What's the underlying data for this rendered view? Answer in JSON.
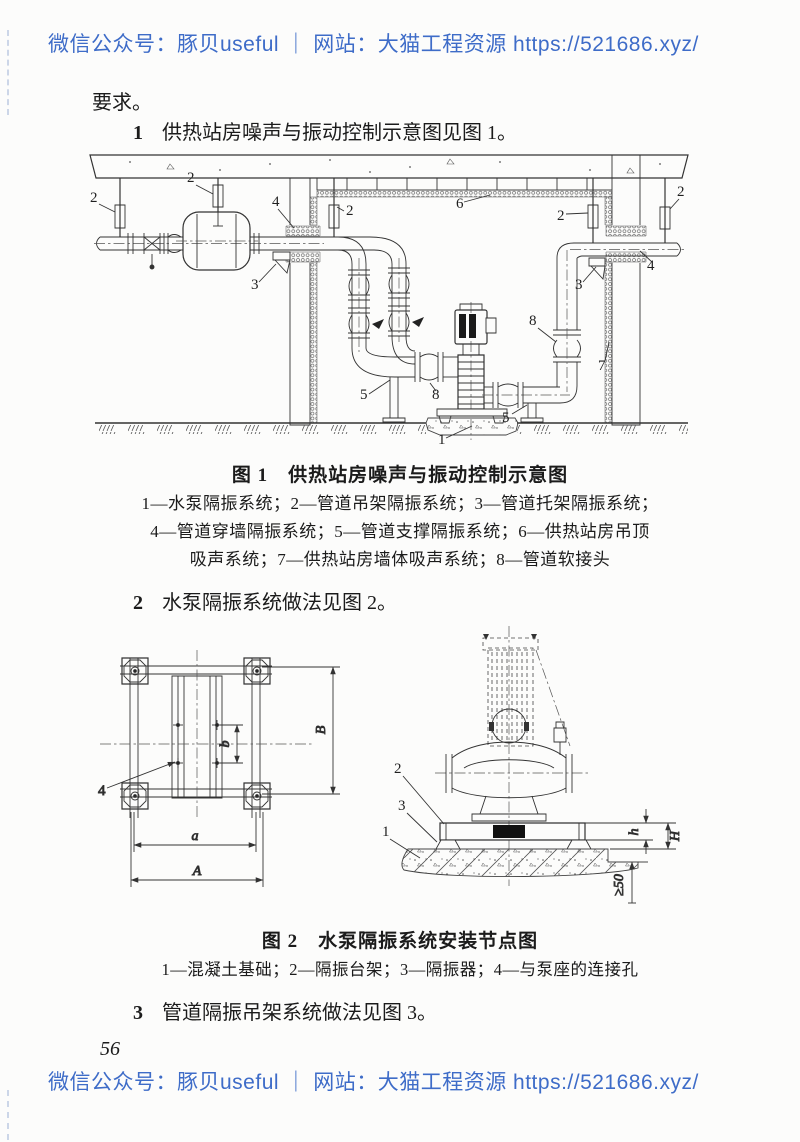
{
  "page": {
    "header_text": "微信公众号：豚贝useful ｜ 网站：大猫工程资源 https://521686.xyz/",
    "footer_text": "微信公众号：豚贝useful ｜ 网站：大猫工程资源 https://521686.xyz/",
    "page_number": "56",
    "link_color": "#3e6cc8"
  },
  "body": {
    "intro": "要求。",
    "item1_num": "1",
    "item1_text": "供热站房噪声与振动控制示意图见图 1。",
    "item2_num": "2",
    "item2_text": "水泵隔振系统做法见图 2。",
    "item3_num": "3",
    "item3_text": "管道隔振吊架系统做法见图 3。"
  },
  "fig1": {
    "caption": "图 1　供热站房噪声与振动控制示意图",
    "legend_line1": "1—水泵隔振系统；2—管道吊架隔振系统；3—管道托架隔振系统；",
    "legend_line2": "4—管道穿墙隔振系统；5—管道支撑隔振系统；6—供热站房吊顶",
    "legend_line3": "吸声系统；7—供热站房墙体吸声系统；8—管道软接头",
    "callouts": {
      "c2a": "2",
      "c2b": "2",
      "c4a": "4",
      "c2c": "2",
      "c6": "6",
      "c2d": "2",
      "c2e": "2",
      "c3a": "3",
      "c3b": "3",
      "c4b": "4",
      "c5a": "5",
      "c8a": "8",
      "c8b": "8",
      "c5b": "5",
      "c7": "7",
      "c1": "1"
    }
  },
  "fig2": {
    "caption": "图 2　水泵隔振系统安装节点图",
    "legend": "1—混凝土基础；2—隔振台架；3—隔振器；4—与泵座的连接孔",
    "plan": {
      "c4": "4",
      "dim_b": "b",
      "dim_B": "B",
      "dim_a": "a",
      "dim_A": "A"
    },
    "elev": {
      "c2": "2",
      "c3": "3",
      "c1": "1",
      "dim_h": "h",
      "dim_H": "H",
      "dim_50": "≥50"
    }
  }
}
